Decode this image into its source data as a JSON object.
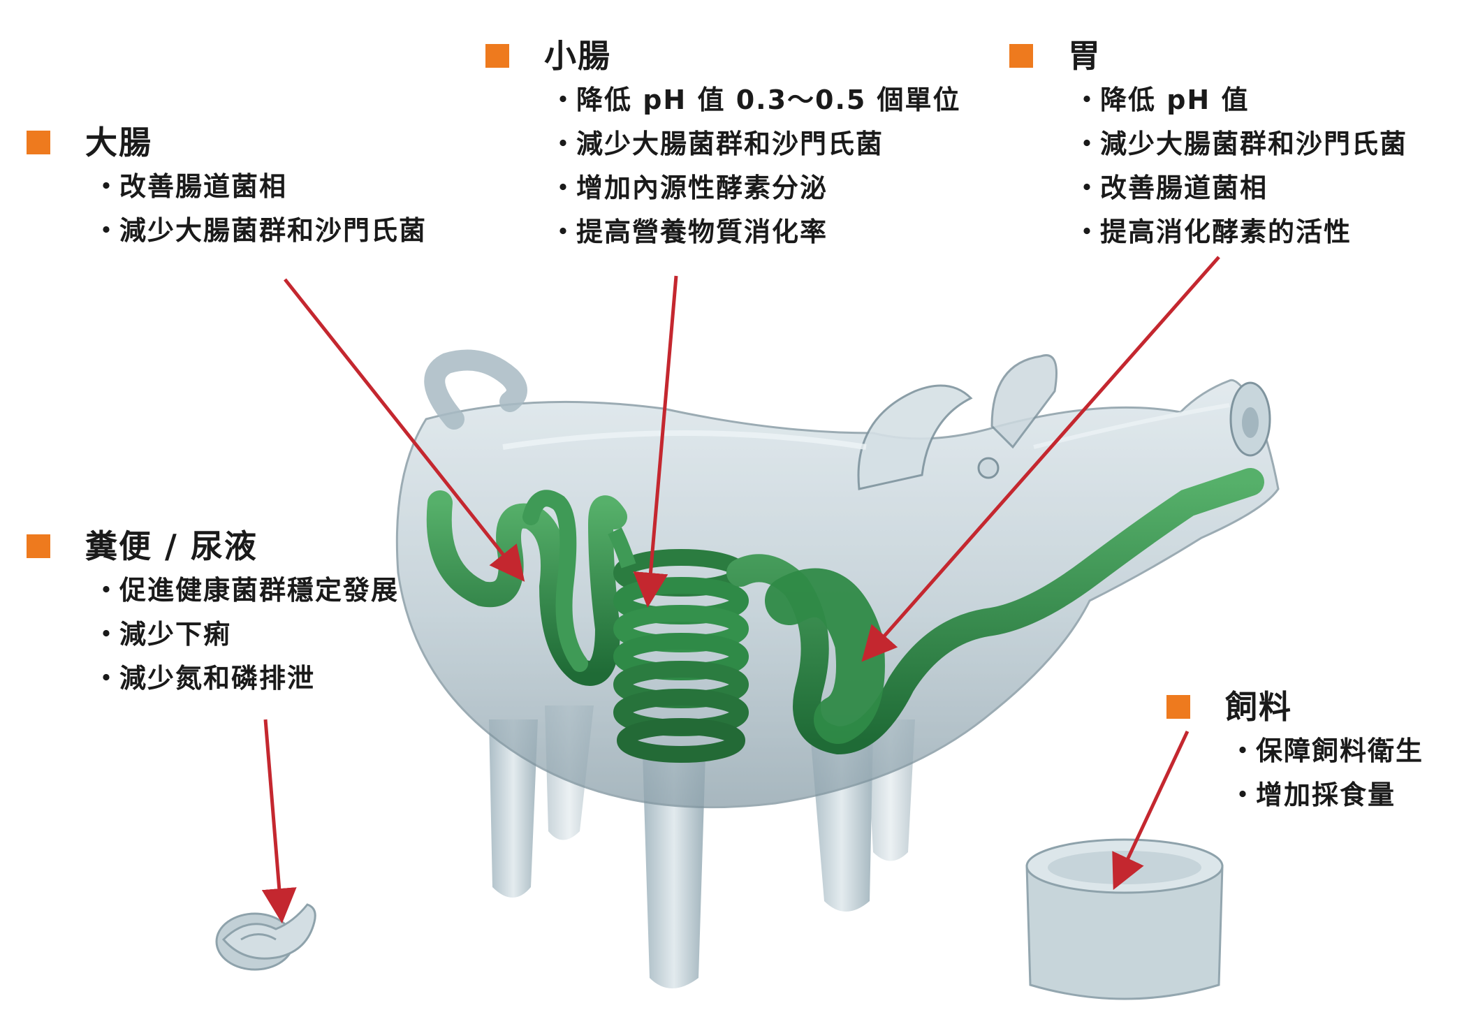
{
  "colors": {
    "marker": "#ee7a1e",
    "arrow": "#c4272f",
    "intestine": "#2f8a47",
    "glass": "#a9bcc6",
    "text": "#1a1a1a"
  },
  "sections": {
    "large_intestine": {
      "title": "大腸",
      "points": [
        "改善腸道菌相",
        "減少大腸菌群和沙門氏菌"
      ]
    },
    "small_intestine": {
      "title": "小腸",
      "points": [
        "降低 pH 值 0.3～0.5 個單位",
        "減少大腸菌群和沙門氏菌",
        "增加內源性酵素分泌",
        "提高營養物質消化率"
      ]
    },
    "stomach": {
      "title": "胃",
      "points": [
        "降低 pH 值",
        "減少大腸菌群和沙門氏菌",
        "改善腸道菌相",
        "提高消化酵素的活性"
      ]
    },
    "feces_urine": {
      "title": "糞便 / 尿液",
      "points": [
        "促進健康菌群穩定發展",
        "減少下痢",
        "減少氮和磷排泄"
      ]
    },
    "feed": {
      "title": "飼料",
      "points": [
        "保障飼料衛生",
        "增加採食量"
      ]
    }
  },
  "icons": [
    "square-marker-icon",
    "bullet-dot-icon",
    "arrow-icon",
    "pig-illustration",
    "feces-icon",
    "feed-bowl-icon"
  ]
}
